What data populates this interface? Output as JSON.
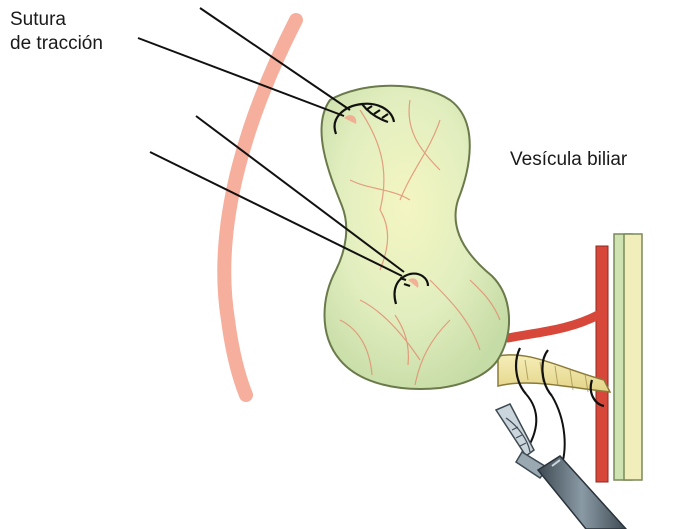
{
  "labels": {
    "traction_suture_line1": "Sutura",
    "traction_suture_line2": "de tracción",
    "gallbladder": "Vesícula biliar"
  },
  "colors": {
    "gallbladder_fill": "#cfe3b2",
    "gallbladder_highlight": "#f4f6c2",
    "vessel_red": "#d8483a",
    "organ_edge_pink": "#f4a08c",
    "duct_cream": "#efe4a0",
    "duct_green": "#cfe3b2",
    "suture_black": "#111111",
    "instrument_gray": "#5a6a75"
  },
  "icons": [
    "traction-suture-thread",
    "grasping-clamp-icon",
    "trocar-instrument-icon"
  ]
}
